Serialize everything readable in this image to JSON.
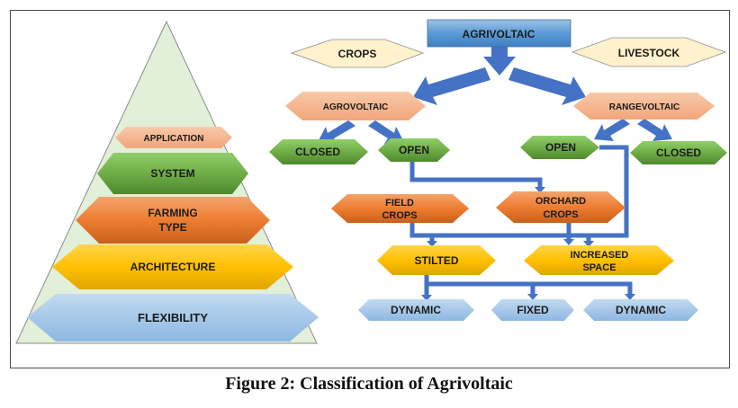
{
  "caption": "Figure 2: Classification of Agrivoltaic",
  "pyramid": {
    "levels": {
      "application": "APPLICATION",
      "system": "SYSTEM",
      "farming_1": "FARMING",
      "farming_2": "TYPE",
      "architecture": "ARCHITECTURE",
      "flexibility": "FLEXIBILITY"
    }
  },
  "flow": {
    "root": "AGRIVOLTAIC",
    "crops": "CROPS",
    "livestock": "LIVESTOCK",
    "agrovoltaic": "AGROVOLTAIC",
    "rangevoltaic": "RANGEVOLTAIC",
    "closed_left": "CLOSED",
    "open_left": "OPEN",
    "open_right": "OPEN",
    "closed_right": "CLOSED",
    "field_1": "FIELD",
    "field_2": "CROPS",
    "orchard_1": "ORCHARD",
    "orchard_2": "CROPS",
    "stilted": "STILTED",
    "increased_1": "INCREASED",
    "increased_2": "SPACE",
    "dynamic_left": "DYNAMIC",
    "fixed": "FIXED",
    "dynamic_right": "DYNAMIC"
  },
  "colors": {
    "pyramid_fill": "#e2efd9",
    "application": "#f4b183",
    "system": "#70ad47",
    "farming": "#ed7d31",
    "architecture": "#ffc000",
    "flexibility": "#9dc3e6",
    "root": "#5b9bd5",
    "diamond": "#fff2cc",
    "arrow": "#4472c4"
  }
}
